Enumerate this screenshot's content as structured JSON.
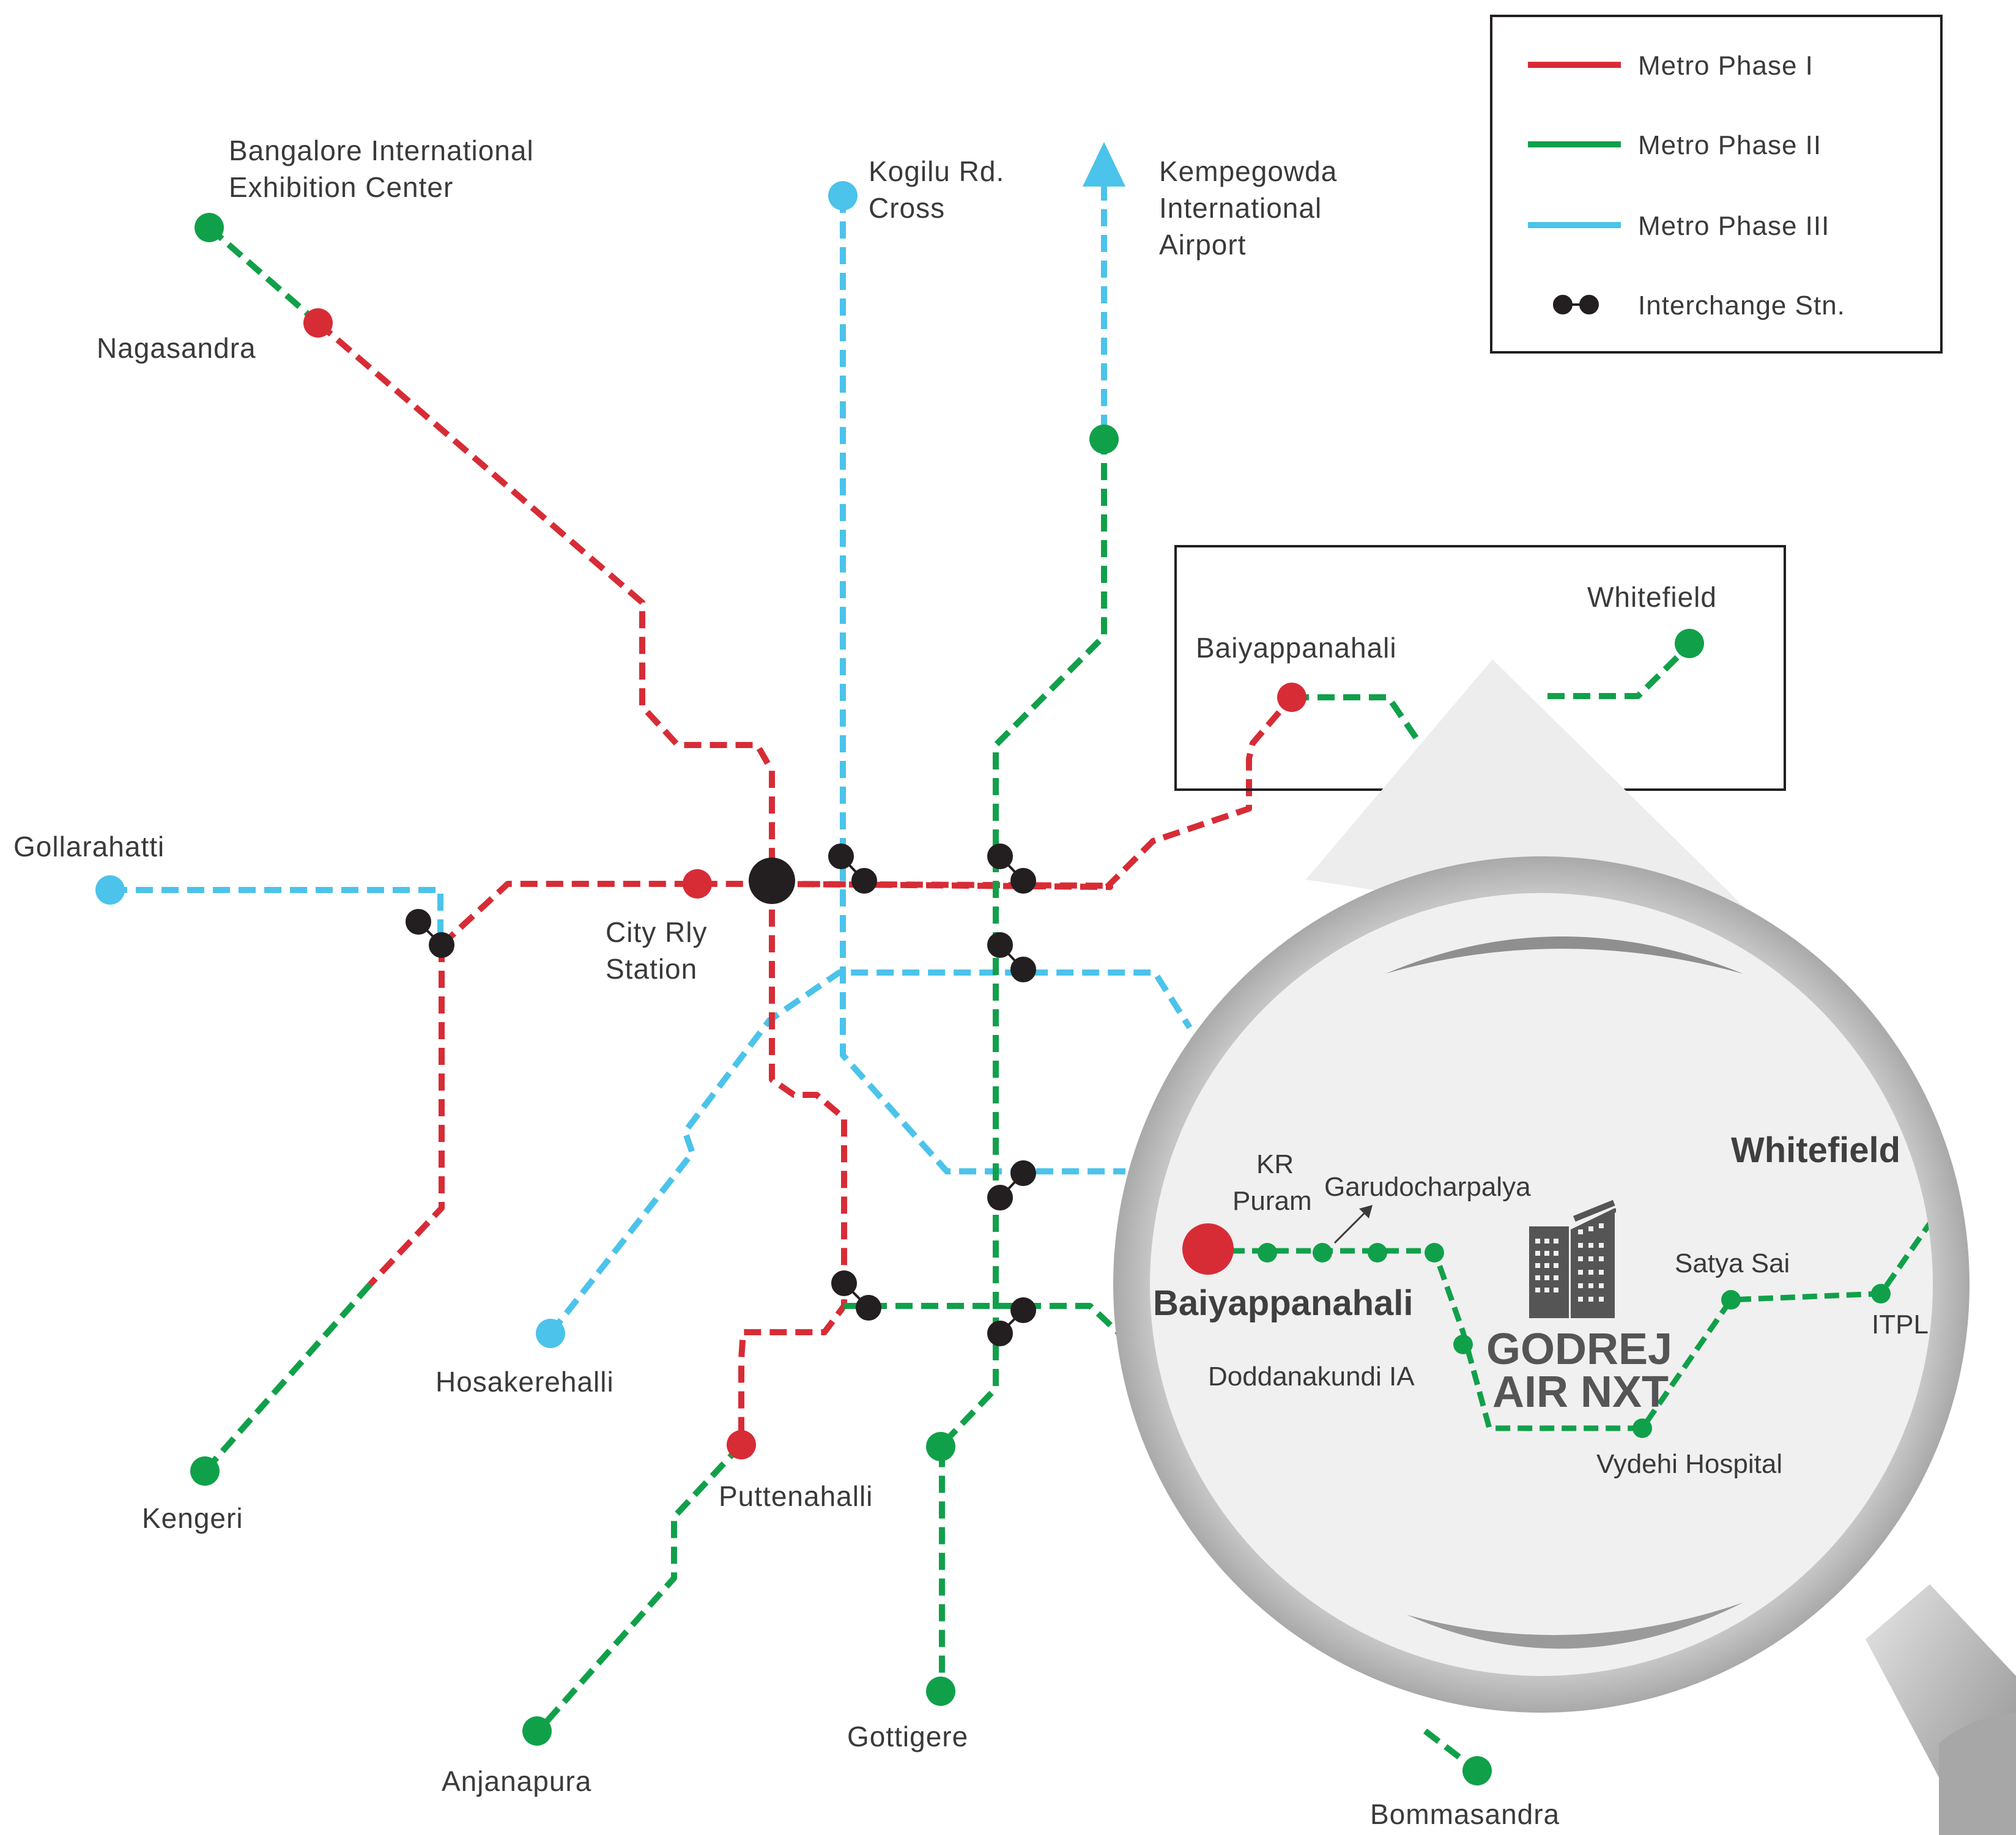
{
  "colors": {
    "phase1": "#d72c36",
    "phase2": "#11a04a",
    "phase3": "#4bc3ea",
    "interchange": "#231f20"
  },
  "legend": {
    "phase1": "Metro Phase I",
    "phase2": "Metro Phase II",
    "phase3": "Metro Phase III",
    "interchange": "Interchange Stn."
  },
  "stations": {
    "bangalore_international_1": "Bangalore International",
    "bangalore_international_2": "Exhibition Center",
    "nagasandra": "Nagasandra",
    "kogilu_1": "Kogilu Rd.",
    "kogilu_2": "Cross",
    "kempegowda_1": "Kempegowda",
    "kempegowda_2": "International",
    "kempegowda_3": "Airport",
    "gollarahatti": "Gollarahatti",
    "city_rly_1": "City Rly",
    "city_rly_2": "Station",
    "baiyappanahali": "Baiyappanahali",
    "whitefield": "Whitefield",
    "hosakerehalli": "Hosakerehalli",
    "kengeri": "Kengeri",
    "puttenahalli": "Puttenahalli",
    "anjanapura": "Anjanapura",
    "gottigere": "Gottigere",
    "bommasandra": "Bommasandra"
  },
  "zoom": {
    "kr_puram_1": "KR",
    "kr_puram_2": "Puram",
    "garudocharpalya": "Garudocharpalya",
    "baiyappanahali": "Baiyappanahali",
    "whitefield": "Whitefield",
    "doddanakundi": "Doddanakundi IA",
    "satya_sai": "Satya Sai",
    "itpl": "ITPL",
    "vydehi": "Vydehi Hospital",
    "brand_1": "GODREJ",
    "brand_2": "AIR NXT"
  }
}
